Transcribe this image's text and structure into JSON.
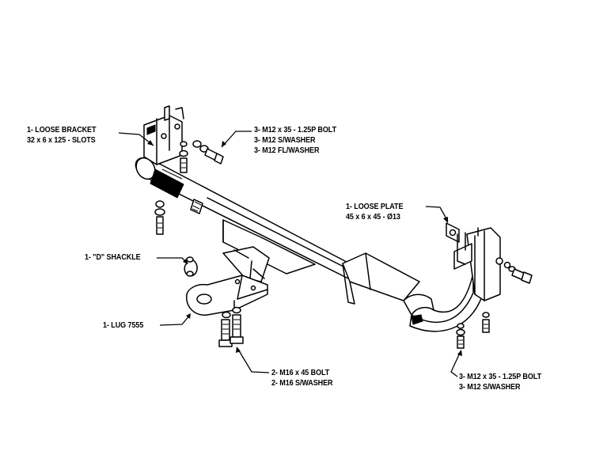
{
  "labels": {
    "loose_bracket": {
      "line1": "1- LOOSE BRACKET",
      "line2": "32 x 6 x 125 - SLOTS"
    },
    "top_bolts": {
      "line1": "3- M12 x 35 - 1.25P BOLT",
      "line2": "3- M12 S/WASHER",
      "line3": "3- M12 FL/WASHER"
    },
    "loose_plate": {
      "line1": "1- LOOSE PLATE",
      "line2": "45 x 6 x 45 - Ø13"
    },
    "d_shackle": {
      "line1": "1- \"D\" SHACKLE"
    },
    "lug": {
      "line1": "1- LUG 7555"
    },
    "m16_bolts": {
      "line1": "2- M16 x 45 BOLT",
      "line2": "2- M16 S/WASHER"
    },
    "right_bolts": {
      "line1": "3- M12 x 35 - 1.25P BOLT",
      "line2": "3- M12 S/WASHER"
    }
  },
  "colors": {
    "ink": "#000000",
    "paper": "#ffffff"
  }
}
